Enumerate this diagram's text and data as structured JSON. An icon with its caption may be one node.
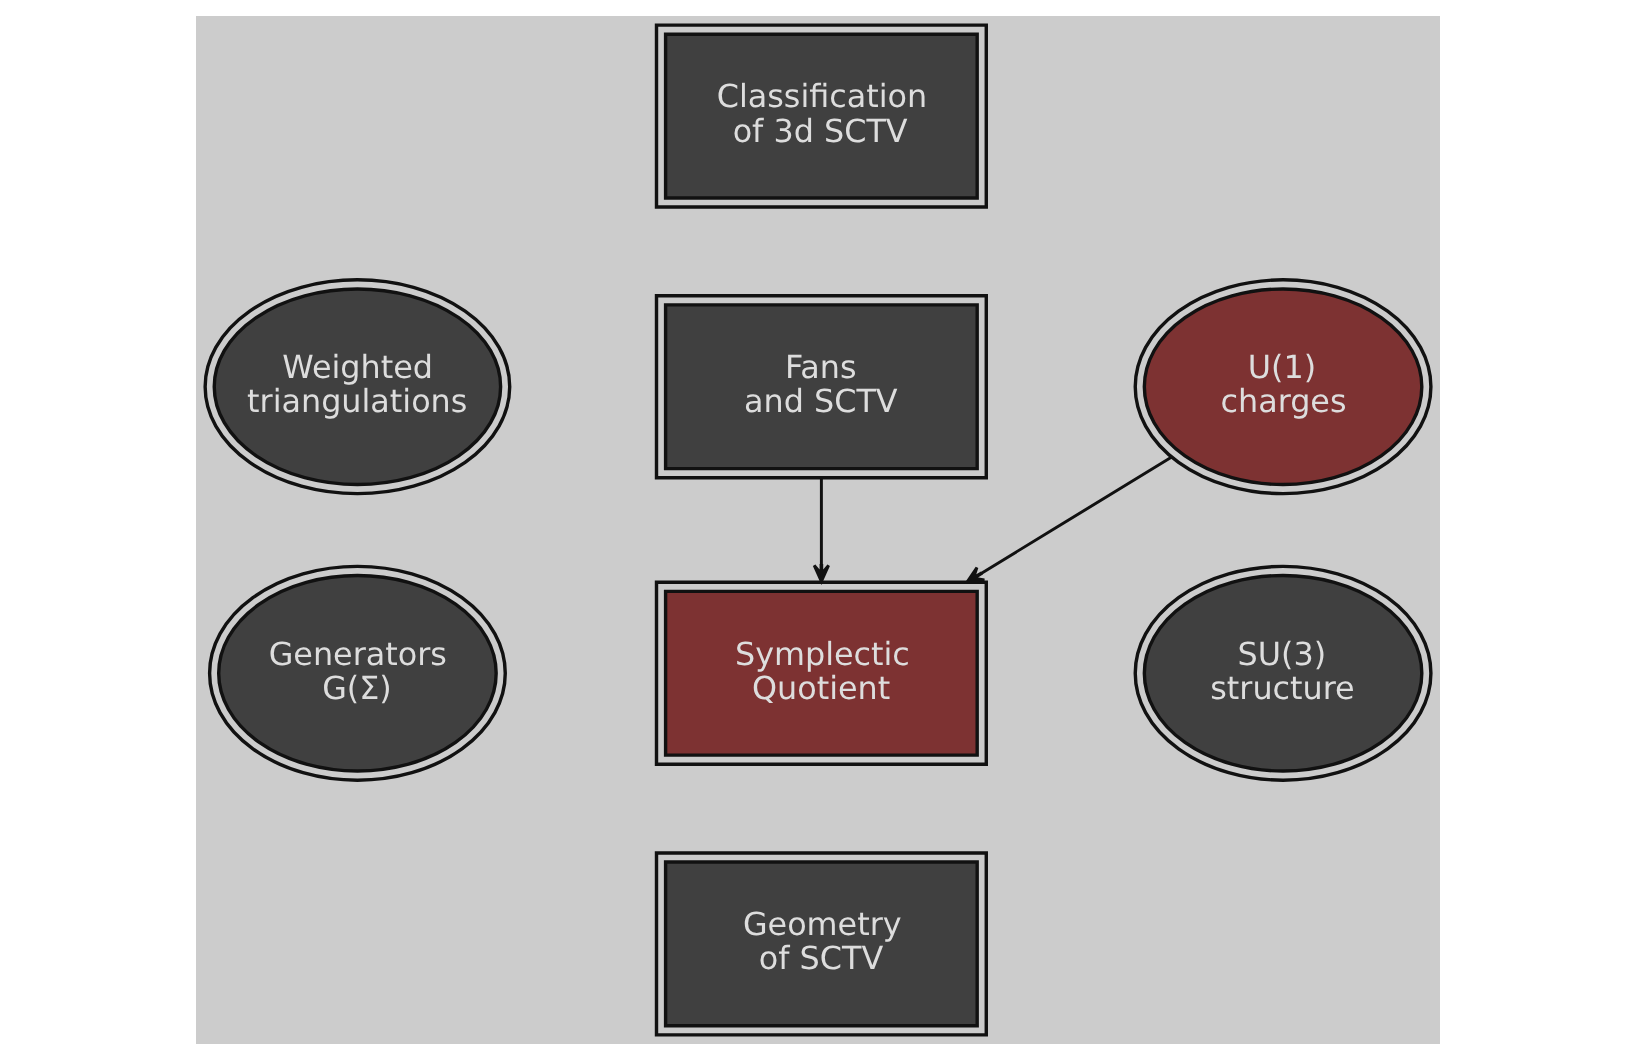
{
  "diagram": {
    "nodes": [
      {
        "text": [
          "Classification of 3d SCTV"
        ]
      },
      {
        "text": [
          "Weighted triangulations"
        ]
      },
      {
        "text": [
          "Fans and SCTV"
        ]
      },
      {
        "text": [
          "U(1) charges"
        ]
      },
      {
        "text": [
          "Generators G(Σ)"
        ]
      },
      {
        "text": [
          "Symplectic Quotient"
        ]
      },
      {
        "text": [
          "SU(3) structure"
        ]
      },
      {
        "text": [
          "Geometry of SCTV"
        ]
      }
    ],
    "edges": [
      {
        "from": 2,
        "to": 5,
        "arrow": "to"
      },
      {
        "from": 3,
        "to": 5,
        "arrow": "to"
      }
    ]
  }
}
